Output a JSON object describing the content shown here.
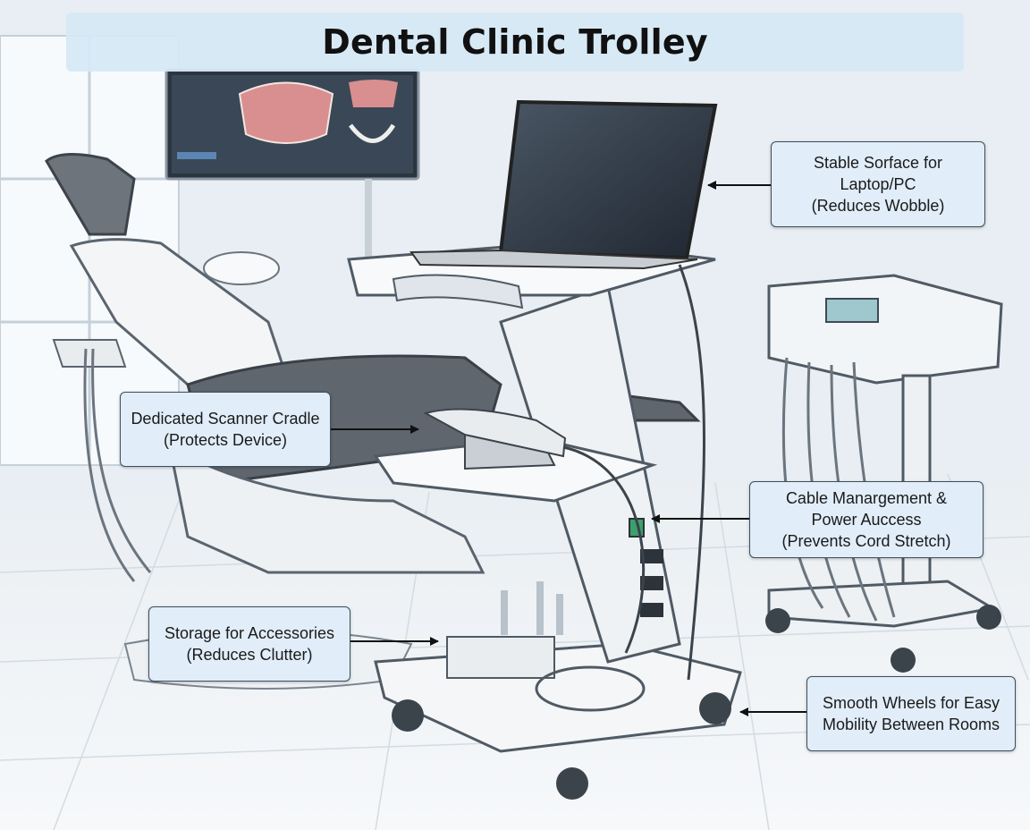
{
  "title": "Dental Clinic Trolley",
  "callouts": {
    "laptop": {
      "lines": [
        "Stable Sorface for",
        "Laptop/PC",
        "(Reduces Wobble)"
      ]
    },
    "scanner": {
      "lines": [
        "Dedicated Scanner Cradle",
        "(Protects Device)"
      ]
    },
    "cable": {
      "lines": [
        "Cable Manargement &",
        "Power Auccess",
        "(Prevents Cord Stretch)"
      ]
    },
    "storage": {
      "lines": [
        "Storage for Accessories",
        "(Reduces Clutter)"
      ]
    },
    "wheels": {
      "lines": [
        "Smooth Wheels for Easy",
        "Mobility Between Rooms"
      ]
    }
  },
  "colors": {
    "callout_fill": "#e1edf8",
    "callout_border": "#3e4f5f",
    "title_bar": "#d6e8f6",
    "arrow": "#111111"
  },
  "icons": [
    "dental-chair-icon",
    "monitor-icon",
    "laptop-icon",
    "intraoral-scanner-icon",
    "dental-delivery-unit-icon",
    "trolley-wheel-icon"
  ]
}
